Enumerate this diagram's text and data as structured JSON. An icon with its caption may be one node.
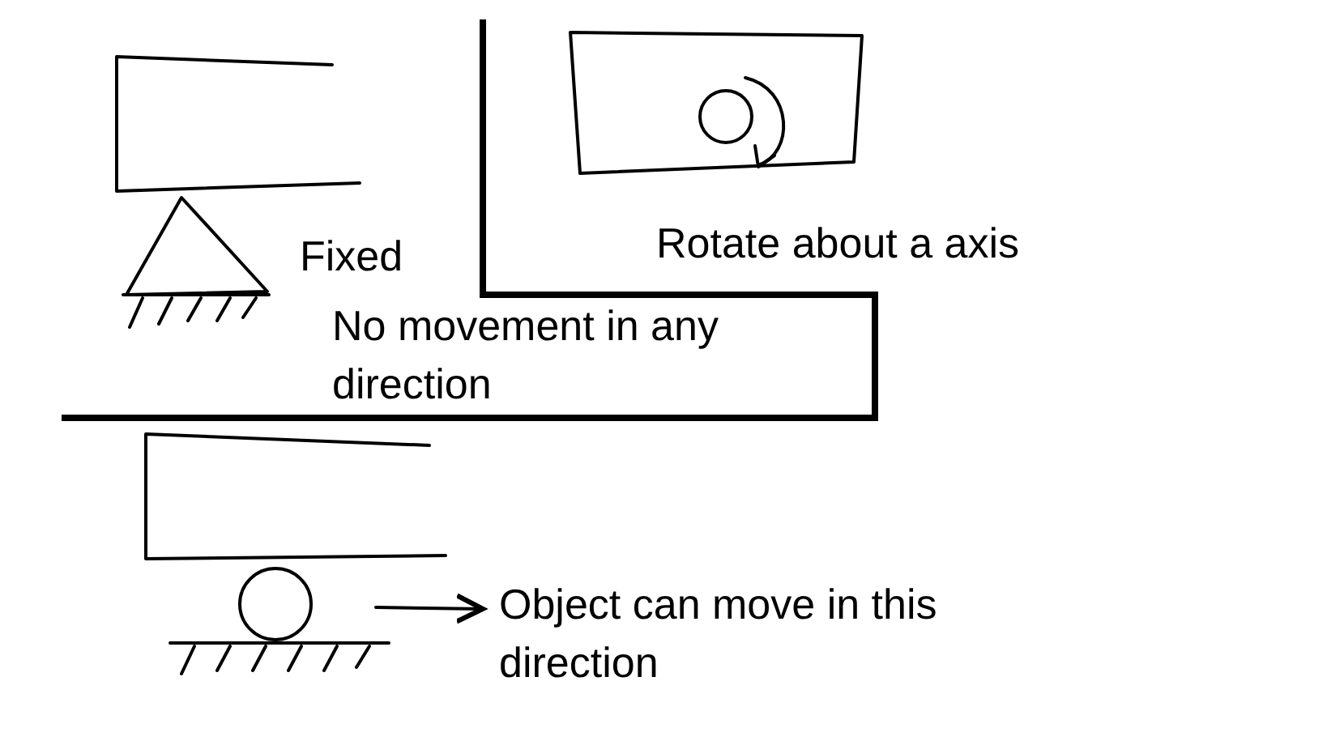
{
  "diagram": {
    "labels": [
      "Fixed",
      "Rotate about a axis",
      "No movement in any direction",
      "Object can move in this direction"
    ]
  }
}
